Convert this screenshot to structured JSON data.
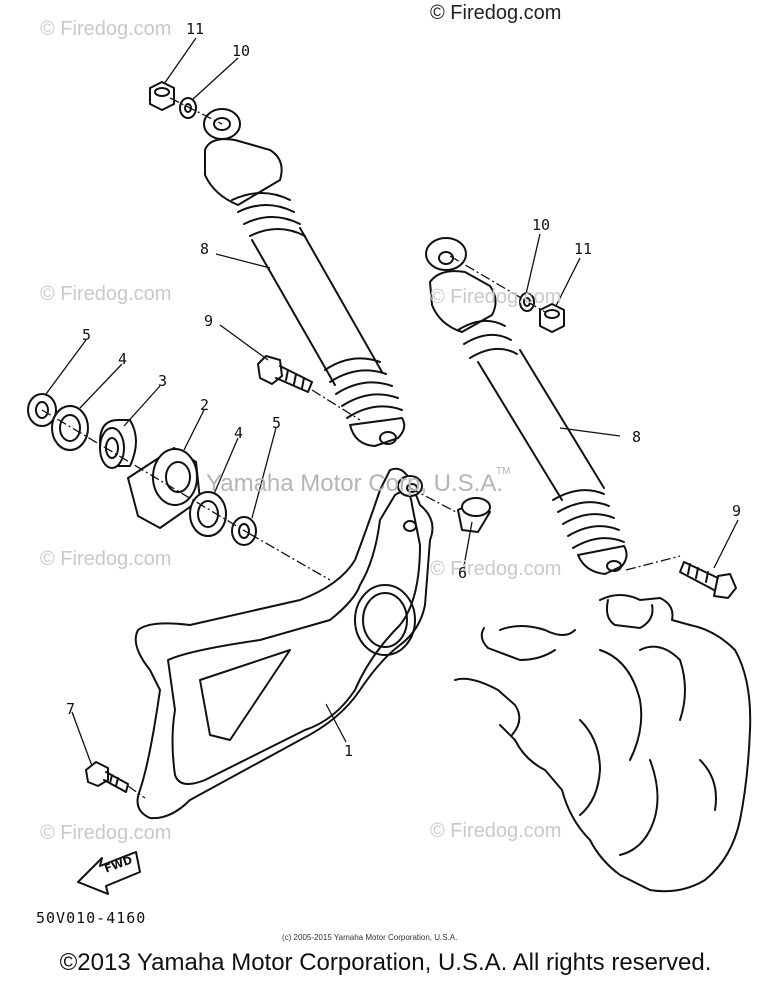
{
  "watermark": {
    "top": "© Firedog.com",
    "repeat": "© Firedog.com"
  },
  "yamaha_watermark": "Yamaha Motor Corp, U.S.A.",
  "yamaha_tm": "TM",
  "callouts": {
    "c1": "1",
    "c2": "2",
    "c3": "3",
    "c4a": "4",
    "c4b": "4",
    "c5a": "5",
    "c5b": "5",
    "c6": "6",
    "c7": "7",
    "c8a": "8",
    "c8b": "8",
    "c9a": "9",
    "c9b": "9",
    "c10a": "10",
    "c10b": "10",
    "c11a": "11",
    "c11b": "11"
  },
  "fwd_label": "FWD",
  "diagram_code": "50V010-4160",
  "small_copyright": "(c) 2005-2015 Yamaha Motor Corporation, U.S.A.",
  "footer": "©2013 Yamaha Motor Corporation, U.S.A. All rights reserved."
}
